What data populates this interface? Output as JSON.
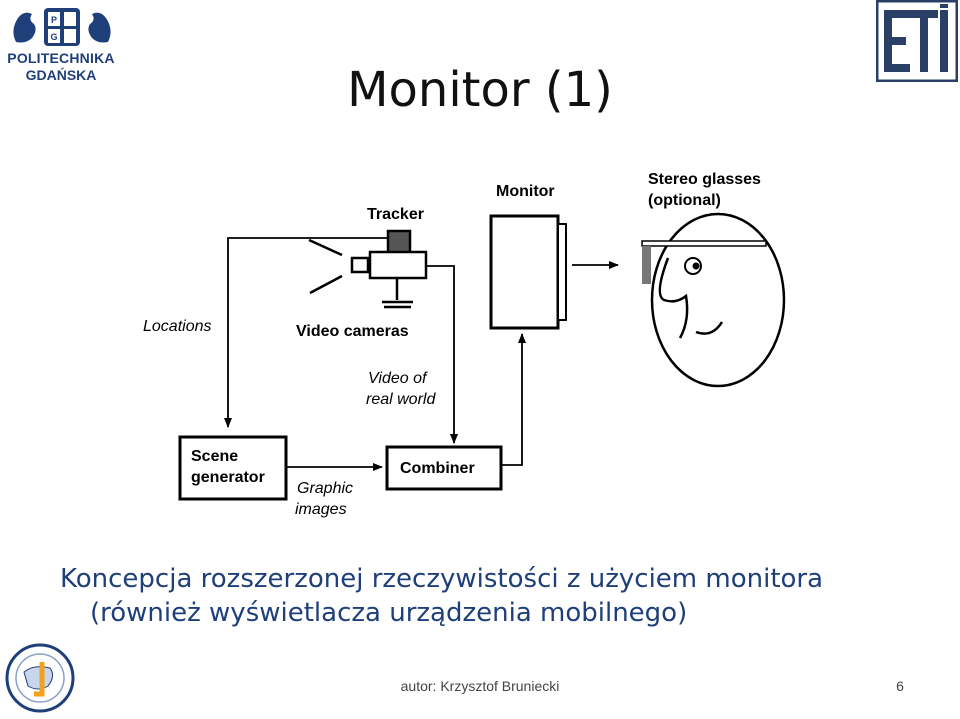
{
  "header": {
    "title": "Monitor (1)",
    "university_logo_text_line1": "POLITECHNIKA",
    "university_logo_text_line2": "GDAŃSKA",
    "eti_logo": "ETI"
  },
  "diagram": {
    "labels": {
      "tracker": "Tracker",
      "monitor": "Monitor",
      "stereo_glasses_line1": "Stereo glasses",
      "stereo_glasses_line2": "(optional)",
      "locations": "Locations",
      "video_cameras": "Video cameras",
      "video_of_real_world_line1": "Video of",
      "video_of_real_world_line2": "real world",
      "scene_generator_line1": "Scene",
      "scene_generator_line2": "generator",
      "combiner": "Combiner",
      "graphic_images_line1": "Graphic",
      "graphic_images_line2": "images"
    }
  },
  "caption": {
    "line1": "Koncepcja rozszerzonej rzeczywistości z użyciem monitora",
    "line2": "(również wyświetlacza urządzenia mobilnego)"
  },
  "footer": {
    "author": "autor: Krzysztof Bruniecki",
    "page_number": "6"
  },
  "colors": {
    "caption": "#1f3f7a",
    "logo_blue": "#1f3f7a"
  }
}
